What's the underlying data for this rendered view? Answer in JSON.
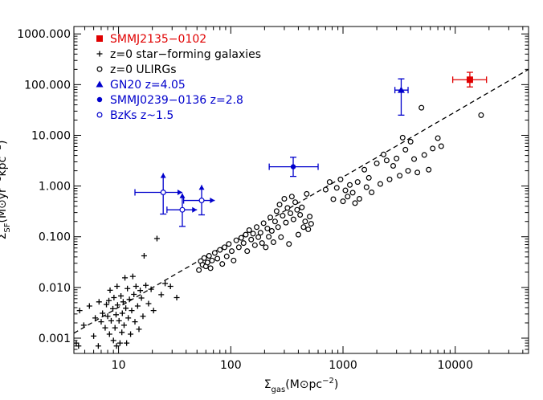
{
  "chart_data": {
    "type": "scatter",
    "title": "",
    "xlabel": "Σgas(M⊙pc−2)",
    "ylabel": "ΣSF(M⊙yr−1kpc−2)",
    "xscale": "log",
    "yscale": "log",
    "xlim": [
      4,
      45000
    ],
    "ylim": [
      0.0005,
      1400
    ],
    "grid": false,
    "legend_position": "top-left",
    "x_ticks": [
      {
        "value": 10,
        "label": "10"
      },
      {
        "value": 100,
        "label": "100"
      },
      {
        "value": 1000,
        "label": "1000"
      },
      {
        "value": 10000,
        "label": "10000"
      }
    ],
    "y_ticks": [
      {
        "value": 0.001,
        "label": "0.001"
      },
      {
        "value": 0.01,
        "label": "0.010"
      },
      {
        "value": 0.1,
        "label": "0.100"
      },
      {
        "value": 1,
        "label": "1.000"
      },
      {
        "value": 10,
        "label": "10.000"
      },
      {
        "value": 100,
        "label": "100.000"
      },
      {
        "value": 1000,
        "label": "1000.000"
      }
    ],
    "fit_line": {
      "style": "dashed",
      "color": "#000000",
      "x": [
        4,
        45000
      ],
      "y": [
        0.00125,
        200
      ]
    },
    "legend": [
      {
        "label": "SMMJ2135−0102",
        "marker": "filled-square",
        "color": "#e00000"
      },
      {
        "label": "z=0 star−forming galaxies",
        "marker": "plus",
        "color": "#000000"
      },
      {
        "label": "z=0 ULIRGs",
        "marker": "open-circle",
        "color": "#000000"
      },
      {
        "label": "GN20 z=4.05",
        "marker": "filled-triangle",
        "color": "#0000cc"
      },
      {
        "label": "SMMJ0239−0136 z=2.8",
        "marker": "filled-circle",
        "color": "#0000cc"
      },
      {
        "label": "BzKs z~1.5",
        "marker": "open-circle",
        "color": "#0000cc"
      }
    ],
    "series": [
      {
        "name": "SMMJ2135−0102",
        "marker": "filled-square",
        "color": "#e00000",
        "points": [
          {
            "x": 13500,
            "y": 125,
            "xerr": [
              9500,
              19000
            ],
            "yerr": [
              90,
              175
            ]
          }
        ]
      },
      {
        "name": "z=0 star−forming galaxies",
        "marker": "plus",
        "color": "#000000",
        "points": [
          [
            4.2,
            0.0008
          ],
          [
            4.4,
            0.0007
          ],
          [
            4.5,
            0.0035
          ],
          [
            4.9,
            0.0018
          ],
          [
            5.5,
            0.0043
          ],
          [
            6.0,
            0.0011
          ],
          [
            6.2,
            0.0025
          ],
          [
            6.6,
            0.0007
          ],
          [
            6.7,
            0.0052
          ],
          [
            7.0,
            0.0021
          ],
          [
            7.2,
            0.0031
          ],
          [
            7.6,
            0.0016
          ],
          [
            7.8,
            0.0046
          ],
          [
            8.0,
            0.0027
          ],
          [
            8.2,
            0.0055
          ],
          [
            8.3,
            0.0012
          ],
          [
            8.4,
            0.0088
          ],
          [
            8.6,
            0.0022
          ],
          [
            8.9,
            0.0038
          ],
          [
            9.0,
            0.0009
          ],
          [
            9.1,
            0.0063
          ],
          [
            9.3,
            0.0016
          ],
          [
            9.5,
            0.0029
          ],
          [
            9.6,
            0.0007
          ],
          [
            9.7,
            0.0105
          ],
          [
            9.8,
            0.0045
          ],
          [
            10.1,
            0.0022
          ],
          [
            10.3,
            0.0008
          ],
          [
            10.5,
            0.0068
          ],
          [
            10.7,
            0.0013
          ],
          [
            10.8,
            0.0031
          ],
          [
            11.0,
            0.0052
          ],
          [
            11.2,
            0.0018
          ],
          [
            11.4,
            0.0155
          ],
          [
            11.6,
            0.0039
          ],
          [
            11.8,
            0.0008
          ],
          [
            12.0,
            0.0095
          ],
          [
            12.2,
            0.0025
          ],
          [
            12.5,
            0.0058
          ],
          [
            12.8,
            0.0012
          ],
          [
            13.1,
            0.0035
          ],
          [
            13.4,
            0.0165
          ],
          [
            13.7,
            0.0073
          ],
          [
            14.0,
            0.0021
          ],
          [
            14.3,
            0.0105
          ],
          [
            14.8,
            0.0043
          ],
          [
            15.2,
            0.0015
          ],
          [
            15.6,
            0.0087
          ],
          [
            16.0,
            0.0062
          ],
          [
            16.5,
            0.0027
          ],
          [
            16.9,
            0.042
          ],
          [
            17.5,
            0.011
          ],
          [
            18.5,
            0.0048
          ],
          [
            19.5,
            0.0092
          ],
          [
            20.5,
            0.0035
          ],
          [
            22.0,
            0.092
          ],
          [
            24.0,
            0.0072
          ],
          [
            26.0,
            0.012
          ],
          [
            29.0,
            0.0105
          ],
          [
            33.0,
            0.0063
          ]
        ]
      },
      {
        "name": "z=0 ULIRGs",
        "marker": "open-circle",
        "color": "#000000",
        "points": [
          [
            52,
            0.022
          ],
          [
            54,
            0.033
          ],
          [
            56,
            0.028
          ],
          [
            58,
            0.038
          ],
          [
            60,
            0.026
          ],
          [
            62,
            0.031
          ],
          [
            64,
            0.042
          ],
          [
            66,
            0.024
          ],
          [
            68,
            0.034
          ],
          [
            72,
            0.048
          ],
          [
            76,
            0.037
          ],
          [
            80,
            0.055
          ],
          [
            84,
            0.029
          ],
          [
            88,
            0.062
          ],
          [
            92,
            0.041
          ],
          [
            96,
            0.072
          ],
          [
            102,
            0.052
          ],
          [
            106,
            0.034
          ],
          [
            112,
            0.085
          ],
          [
            118,
            0.062
          ],
          [
            124,
            0.095
          ],
          [
            130,
            0.075
          ],
          [
            136,
            0.11
          ],
          [
            140,
            0.052
          ],
          [
            146,
            0.135
          ],
          [
            152,
            0.088
          ],
          [
            158,
            0.115
          ],
          [
            164,
            0.068
          ],
          [
            170,
            0.155
          ],
          [
            176,
            0.098
          ],
          [
            184,
            0.12
          ],
          [
            190,
            0.075
          ],
          [
            196,
            0.185
          ],
          [
            205,
            0.062
          ],
          [
            212,
            0.145
          ],
          [
            218,
            0.1
          ],
          [
            225,
            0.24
          ],
          [
            232,
            0.13
          ],
          [
            240,
            0.078
          ],
          [
            248,
            0.2
          ],
          [
            256,
            0.32
          ],
          [
            264,
            0.155
          ],
          [
            272,
            0.43
          ],
          [
            280,
            0.098
          ],
          [
            290,
            0.26
          ],
          [
            300,
            0.56
          ],
          [
            310,
            0.19
          ],
          [
            320,
            0.37
          ],
          [
            330,
            0.072
          ],
          [
            340,
            0.29
          ],
          [
            350,
            0.62
          ],
          [
            362,
            0.22
          ],
          [
            375,
            0.48
          ],
          [
            390,
            0.34
          ],
          [
            400,
            0.11
          ],
          [
            415,
            0.27
          ],
          [
            430,
            0.38
          ],
          [
            445,
            0.155
          ],
          [
            460,
            0.2
          ],
          [
            475,
            0.7
          ],
          [
            490,
            0.14
          ],
          [
            505,
            0.25
          ],
          [
            520,
            0.18
          ],
          [
            700,
            0.85
          ],
          [
            760,
            1.2
          ],
          [
            820,
            0.55
          ],
          [
            880,
            0.92
          ],
          [
            950,
            1.35
          ],
          [
            1000,
            0.5
          ],
          [
            1050,
            0.82
          ],
          [
            1100,
            0.62
          ],
          [
            1150,
            1.05
          ],
          [
            1220,
            0.74
          ],
          [
            1280,
            0.46
          ],
          [
            1350,
            1.2
          ],
          [
            1400,
            0.56
          ],
          [
            1550,
            2.1
          ],
          [
            1620,
            0.95
          ],
          [
            1700,
            1.45
          ],
          [
            1800,
            0.75
          ],
          [
            2000,
            2.8
          ],
          [
            2150,
            1.1
          ],
          [
            2300,
            4.2
          ],
          [
            2450,
            3.2
          ],
          [
            2600,
            1.35
          ],
          [
            2800,
            2.5
          ],
          [
            3000,
            3.5
          ],
          [
            3200,
            1.6
          ],
          [
            3400,
            9.0
          ],
          [
            3600,
            5.2
          ],
          [
            3800,
            2.0
          ],
          [
            4000,
            7.5
          ],
          [
            4300,
            3.4
          ],
          [
            4600,
            1.85
          ],
          [
            5000,
            35
          ],
          [
            5300,
            4.1
          ],
          [
            5800,
            2.1
          ],
          [
            6300,
            5.5
          ],
          [
            7000,
            8.8
          ],
          [
            7500,
            6.1
          ],
          [
            17000,
            25
          ]
        ]
      },
      {
        "name": "GN20 z=4.05",
        "marker": "filled-triangle",
        "color": "#0000cc",
        "points": [
          {
            "x": 3300,
            "y": 78,
            "xerr": [
              2900,
              3800
            ],
            "yerr": [
              25,
              130
            ]
          }
        ]
      },
      {
        "name": "SMMJ0239−0136 z=2.8",
        "marker": "filled-circle",
        "color": "#0000cc",
        "points": [
          {
            "x": 360,
            "y": 2.4,
            "xerr": [
              220,
              600
            ],
            "yerr": [
              1.55,
              3.7
            ]
          }
        ]
      },
      {
        "name": "BzKs z~1.5",
        "marker": "open-circle",
        "color": "#0000cc",
        "points": [
          {
            "x": 25,
            "y": 0.75,
            "xerr": [
              14,
              37
            ],
            "yerr": [
              0.28,
              1.8
            ],
            "lower_limit": "xy"
          },
          {
            "x": 37,
            "y": 0.34,
            "xerr": [
              27,
              50
            ],
            "yerr": [
              0.16,
              0.72
            ],
            "lower_limit": "xy"
          },
          {
            "x": 55,
            "y": 0.52,
            "xerr": [
              38,
              72
            ],
            "yerr": [
              0.27,
              1.05
            ],
            "lower_limit": "xy"
          }
        ]
      }
    ]
  }
}
